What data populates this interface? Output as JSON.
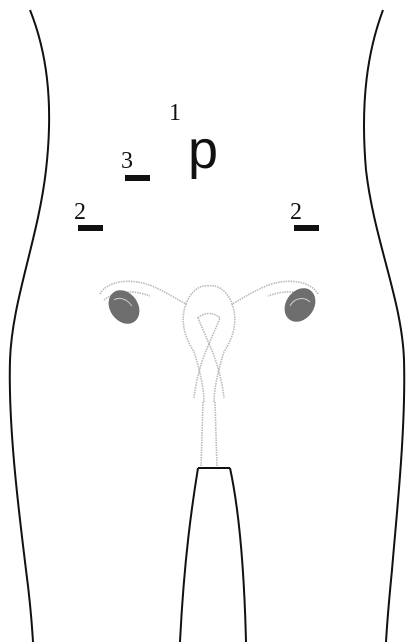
{
  "labels": {
    "top_number": "1",
    "port_p": "p",
    "left_upper": "3",
    "left_lower": "2",
    "right": "2"
  },
  "colors": {
    "line": "#111111",
    "organ_outline": "#b9b9b9",
    "ovary_fill": "#6e6e6e"
  }
}
